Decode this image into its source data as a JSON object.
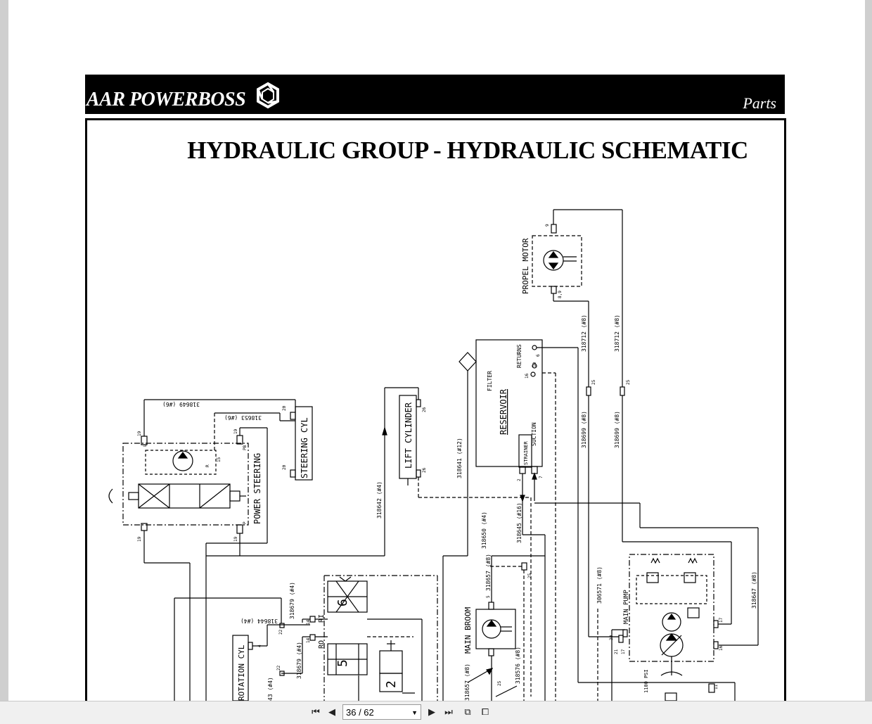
{
  "header": {
    "brand": "AAR POWERBOSS",
    "section": "Parts"
  },
  "title": "HYDRAULIC GROUP - HYDRAULIC SCHEMATIC",
  "components": {
    "propel_motor": "PROPEL MOTOR",
    "filter": "FILTER",
    "reservoir": "RESERVOIR",
    "returns": "RETURNS",
    "suction": "SUCTION",
    "strainer": "STRAINER",
    "lift_cylinder": "LIFT CYLINDER",
    "steering_cyl": "STEERING CYL",
    "power_steering": "POWER STEERING",
    "main_broom": "MAIN BROOM",
    "main_pump": "MAIN PUMP",
    "rotation_cyl": "ROTATION CYL",
    "psi": "1100 PSI"
  },
  "hoses": {
    "h318712a": "318712 (#8)",
    "h318712b": "318712 (#8)",
    "h318699a": "318699 (#8)",
    "h318699b": "318699 (#8)",
    "h318641": "318641 (#12)",
    "h318642": "318642 (#4)",
    "h318649": "318649 (#6)",
    "h318653": "318653 (#6)",
    "h318645": "318645 (#16)",
    "h318650": "318650 (#4)",
    "h318657a": "318657 (#8)",
    "h318657b": "318657 (#8)",
    "h318576": "318576 (#8)",
    "h306571": "306571 (#8)",
    "h318647": "318647 (#8)",
    "h318679a": "318679 (#4)",
    "h318679b": "318679 (#4)",
    "h318644": "318644 (#4)",
    "h43": "43 (#4)"
  },
  "ports": {
    "p9": "9",
    "p89": "8,9",
    "p6": "6",
    "p10": "10",
    "p16": "16",
    "p2": "2",
    "p7": "7",
    "p25a": "25",
    "p25b": "25",
    "p26a": "26",
    "p26b": "26",
    "p20a": "20",
    "p20b": "20",
    "p19a": "19",
    "p19b": "19",
    "p19c": "19",
    "p19d": "19",
    "p15": "15",
    "pR": "R",
    "pPB": "PB",
    "pP": "P",
    "pL": "L",
    "p5": "5",
    "p25c": "25",
    "p25d": "25",
    "p21": "21",
    "p17a": "17",
    "p17b": "17",
    "p30": "30",
    "p16b": "16",
    "p11": "11",
    "p14a": "14",
    "p14b": "14",
    "p22a": "22",
    "p22b": "22",
    "p4": "4",
    "pRI": "RI",
    "pRO": "RO",
    "v6": "6",
    "v5": "5",
    "v2": "2"
  },
  "viewer": {
    "page_indicator": "36 / 62"
  }
}
